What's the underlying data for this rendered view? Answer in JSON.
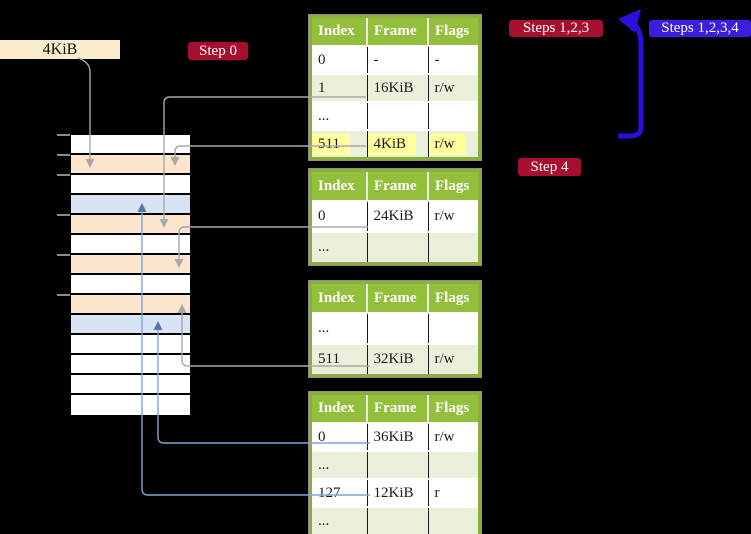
{
  "palette": {
    "background": "#000000",
    "table_header_green": "#94bf3c",
    "table_row_green": "#eaf1db",
    "table_border_green": "#8cae3a",
    "highlight_yellow": "#ffff9e",
    "memory_peach": "#fce5cd",
    "memory_blue": "#d8e4f4",
    "frame_box_cream": "#f9edcc",
    "step_label_red": "#a60f2e",
    "steps_label_blue": "#3d1ee0",
    "big_arrow_blue": "#2b10dc",
    "connector_gray": "#a8a8a8",
    "connector_blue": "#84a3d4"
  },
  "frame_box": {
    "label": "4KiB"
  },
  "labels": {
    "step0": "Step 0",
    "steps123": "Steps 1,2,3",
    "steps1234": "Steps 1,2,3,4",
    "step4": "Step 4"
  },
  "tables": [
    {
      "columns": [
        "Index",
        "Frame",
        "Flags"
      ],
      "rows": [
        [
          "0",
          "-",
          "-"
        ],
        [
          "1",
          "16KiB",
          "r/w"
        ],
        [
          "...",
          "",
          ""
        ],
        [
          "511",
          "4KiB",
          "r/w"
        ]
      ],
      "highlighted_row": "511"
    },
    {
      "columns": [
        "Index",
        "Frame",
        "Flags"
      ],
      "rows": [
        [
          "0",
          "24KiB",
          "r/w"
        ],
        [
          "...",
          "",
          ""
        ]
      ]
    },
    {
      "columns": [
        "Index",
        "Frame",
        "Flags"
      ],
      "rows": [
        [
          "...",
          "",
          ""
        ],
        [
          "511",
          "32KiB",
          "r/w"
        ]
      ]
    },
    {
      "columns": [
        "Index",
        "Frame",
        "Flags"
      ],
      "rows": [
        [
          "0",
          "36KiB",
          "r/w"
        ],
        [
          "...",
          "",
          ""
        ],
        [
          "127",
          "12KiB",
          "r"
        ],
        [
          "...",
          "",
          ""
        ]
      ]
    }
  ],
  "memory_strip": {
    "rows": [
      {
        "color": "white"
      },
      {
        "color": "peach"
      },
      {
        "color": "white"
      },
      {
        "color": "blue"
      },
      {
        "color": "peach"
      },
      {
        "color": "white"
      },
      {
        "color": "peach"
      },
      {
        "color": "white"
      },
      {
        "color": "peach"
      },
      {
        "color": "blue"
      },
      {
        "color": "white"
      },
      {
        "color": "white"
      },
      {
        "color": "white"
      },
      {
        "color": "white"
      }
    ]
  }
}
